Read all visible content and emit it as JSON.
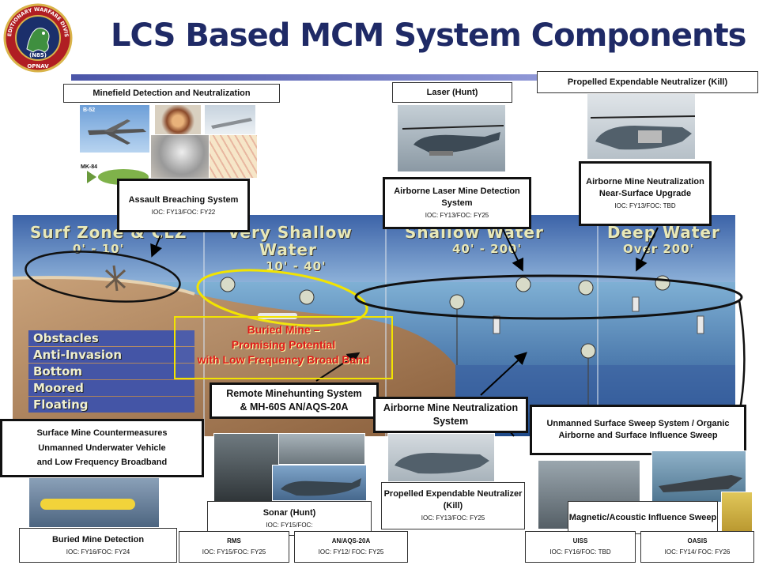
{
  "header": {
    "title": "LCS Based MCM System Components",
    "seal_text": [
      "EXPEDITIONARY WARFARE DIVISION",
      "(N85)",
      "OPNAV"
    ]
  },
  "zones": {
    "surf": {
      "label": "Surf Zone & CLZ",
      "depth": "0' - 10'"
    },
    "very_shallow": {
      "label": "Very Shallow",
      "label2": "Water",
      "depth": "10' - 40'"
    },
    "shallow": {
      "label": "Shallow Water",
      "depth": "40' - 200'"
    },
    "deep": {
      "label": "Deep Water",
      "depth": "Over 200'"
    }
  },
  "categories": [
    "Obstacles",
    "Anti-Invasion",
    "Bottom",
    "Moored",
    "Floating"
  ],
  "buried_mine": {
    "line1": "Buried Mine –",
    "line2": "Promising Potential",
    "line3": "with Low Frequency Broad Band"
  },
  "boxes": {
    "minefield": "Minefield Detection and Neutralization",
    "laser_hunt": "Laser (Hunt)",
    "pen_top": "Propelled Expendable Neutralizer (Kill)",
    "assault": {
      "label": "Assault Breaching System",
      "ioc": "IOC: FY13/FOC: FY22"
    },
    "almds": {
      "label": "Airborne Laser Mine Detection System",
      "ioc": "IOC: FY13/FOC: FY25"
    },
    "amnns": {
      "label": "Airborne Mine Neutralization Near-Surface Upgrade",
      "ioc": "IOC: FY13/FOC: TBD"
    },
    "rmh": {
      "line1": "Remote Minehunting System",
      "line2": "& MH-60S AN/AQS-20A"
    },
    "amns": "Airborne Mine Neutralization System",
    "usss": "Unmanned Surface Sweep System / Organic Airborne and Surface Influence Sweep",
    "smcm": {
      "line1": "Surface Mine Countermeasures",
      "line2": "Unmanned Underwater Vehicle",
      "line3": "and Low Frequency Broadband"
    },
    "sonar": {
      "label": "Sonar (Hunt)",
      "ioc": "IOC: FY15/FOC:"
    },
    "pen_bottom": {
      "label": "Propelled Expendable Neutralizer (Kill)",
      "ioc": "IOC: FY13/FOC: FY25"
    },
    "mag": "Magnetic/Acoustic   Influence Sweep",
    "buried_detect": {
      "label": "Buried Mine Detection",
      "ioc": "IOC: FY16/FOC: FY24"
    },
    "rms": {
      "label": "RMS",
      "ioc": "IOC:  FY15/FOC:  FY25"
    },
    "aqs": {
      "label": "AN/AQS-20A",
      "ioc": "IOC:  FY12/ FOC: FY25"
    },
    "uiss": {
      "label": "UISS",
      "ioc": "IOC:  FY16/FOC: TBD"
    },
    "oasis": {
      "label": "OASIS",
      "ioc": "IOC:  FY14/ FOC: FY26"
    }
  },
  "photo_labels": {
    "b52": "B-52",
    "mk84": "MK-84"
  },
  "colors": {
    "title": "#1f2a66",
    "accent": "#4b55a8",
    "buried_text": "#e11b1b",
    "buried_border": "#f2e400",
    "category_bg": "#4455a6"
  }
}
